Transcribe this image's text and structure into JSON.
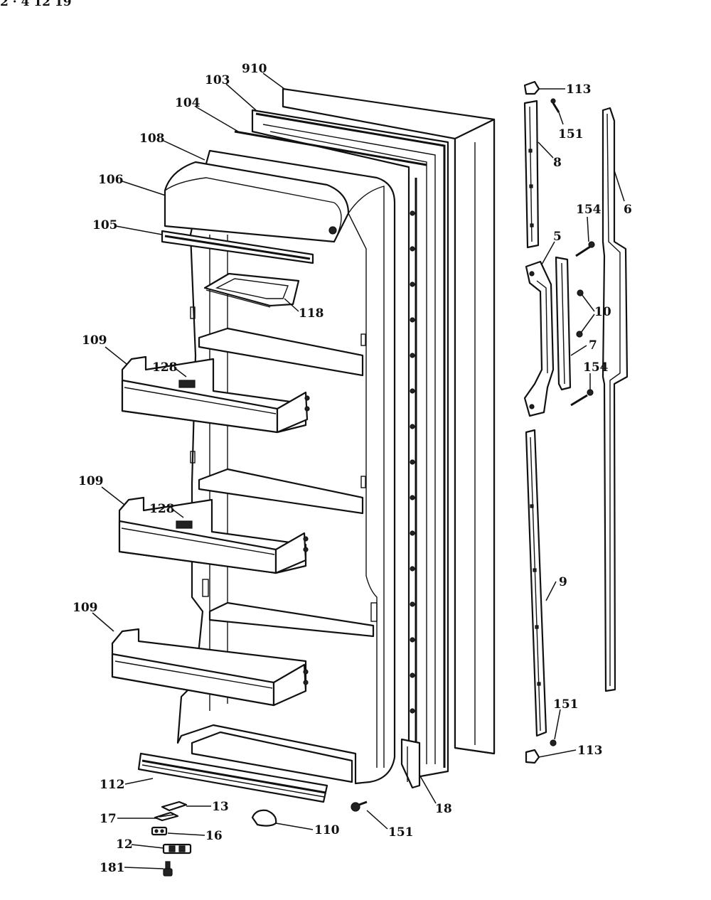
{
  "header_fragment": "2 · 4   12      19",
  "labels": {
    "910": "910",
    "103": "103",
    "104": "104",
    "108": "108",
    "106": "106",
    "105": "105",
    "118": "118",
    "109a": "109",
    "128a": "128",
    "109b": "109",
    "128b": "128",
    "109c": "109",
    "112": "112",
    "13": "13",
    "17": "17",
    "16": "16",
    "12": "12",
    "181": "181",
    "110": "110",
    "151c": "151",
    "18": "18",
    "113a": "113",
    "151a": "151",
    "8": "8",
    "6": "6",
    "154a": "154",
    "5": "5",
    "10": "10",
    "7": "7",
    "154b": "154",
    "9": "9",
    "151b": "151",
    "113b": "113"
  }
}
